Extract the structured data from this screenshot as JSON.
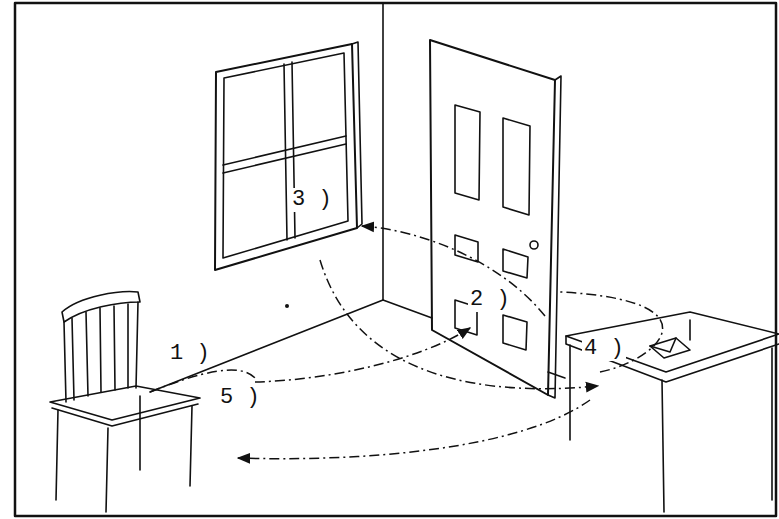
{
  "diagram": {
    "labels": [
      "1 )",
      "2 )",
      "3 )",
      "4 )",
      "5 )"
    ]
  }
}
